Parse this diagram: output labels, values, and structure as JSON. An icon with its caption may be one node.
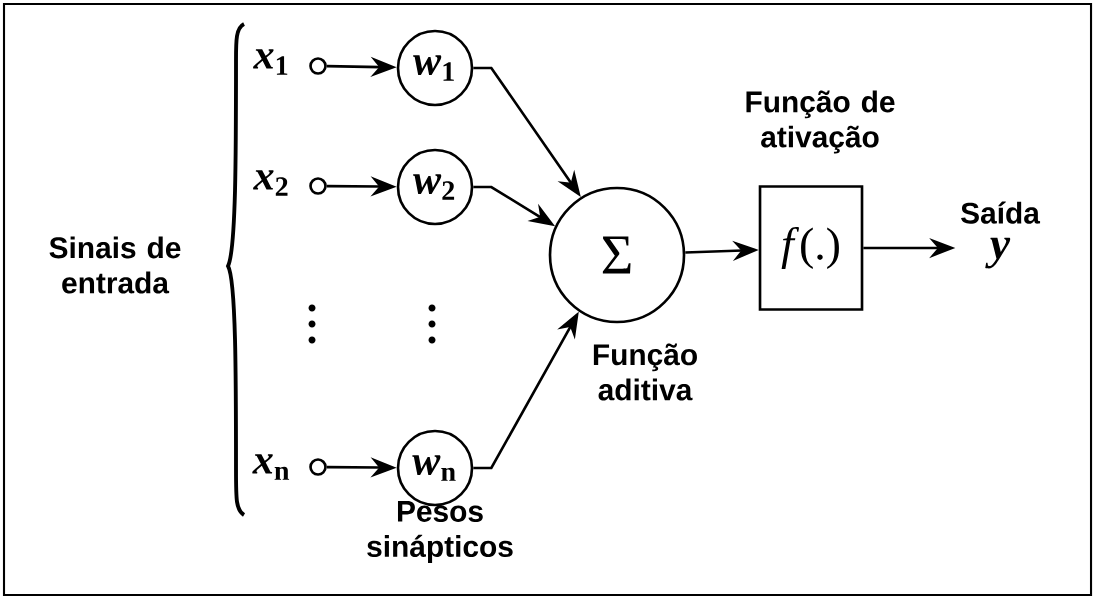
{
  "diagram": {
    "nodes": [
      {
        "text": [],
        "shape": "circle",
        "beside": [
          "*x*$_{1}$"
        ]
      },
      {
        "text": [],
        "shape": "circle",
        "beside": [
          "*x*$_{2}$"
        ]
      },
      {
        "text": [],
        "shape": "circle",
        "beside": [
          "*x*$_{n}$"
        ]
      },
      {
        "text": [
          "*w*$_{1}$"
        ]
      },
      {
        "text": [
          "*w*$_{2}$"
        ]
      },
      {
        "text": [
          "*w*$_{n}$"
        ]
      },
      {
        "text": [
          "Σ"
        ],
        "beside": [
          "Função aditiva"
        ]
      },
      {
        "text": [
          "*f*(.)"
        ],
        "beside": [
          "Função de ativação"
        ]
      },
      {
        "text": [
          "Saída",
          "*y*"
        ]
      }
    ],
    "edges": [
      {
        "from": 0,
        "to": 3,
        "arrow": "to"
      },
      {
        "from": 1,
        "to": 4,
        "arrow": "to"
      },
      {
        "from": 2,
        "to": 5,
        "arrow": "to"
      },
      {
        "from": 3,
        "to": 6,
        "arrow": "to"
      },
      {
        "from": 4,
        "to": 6,
        "arrow": "to"
      },
      {
        "from": 5,
        "to": 6,
        "arrow": "to"
      },
      {
        "from": 6,
        "to": 7,
        "arrow": "to"
      },
      {
        "from": 7,
        "to": 8,
        "arrow": "to"
      }
    ],
    "labels": [
      "Sinais de entrada",
      "Pesos sinápticos"
    ]
  }
}
